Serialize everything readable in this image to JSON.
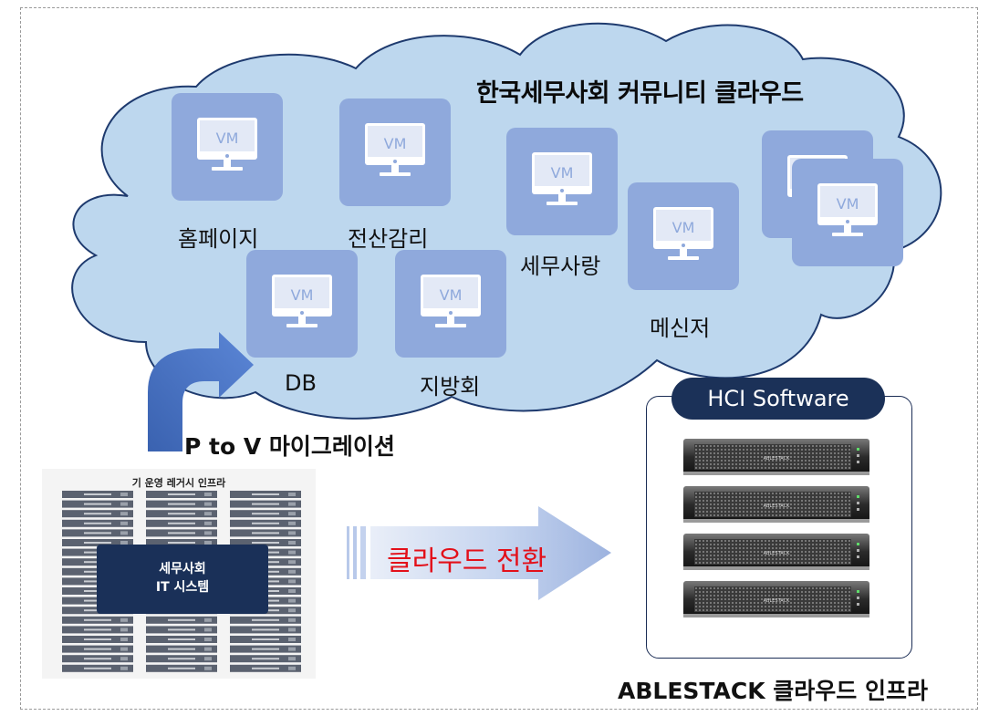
{
  "cloud": {
    "title": "한국세무사회 커뮤니티 클라우드",
    "vm_badge": "VM",
    "vms": [
      {
        "id": "vm-homepage",
        "label": "홈페이지"
      },
      {
        "id": "vm-audit",
        "label": "전산감리"
      },
      {
        "id": "vm-sewusarang",
        "label": "세무사랑"
      },
      {
        "id": "vm-messenger",
        "label": "메신저"
      },
      {
        "id": "vm-db",
        "label": "DB"
      },
      {
        "id": "vm-branch",
        "label": "지방회"
      }
    ]
  },
  "migration": {
    "label": "P to V 마이그레이션"
  },
  "legacy": {
    "title": "기 운영 레거시 인프라",
    "system_line1": "세무사회",
    "system_line2": "IT 시스템"
  },
  "transition": {
    "label": "클라우드 전환"
  },
  "hci": {
    "badge": "HCI Software",
    "server_brand": "ABLESTACK",
    "footer": "ABLESTACK 클라우드 인프라"
  },
  "colors": {
    "cloud_fill": "#bdd7ee",
    "cloud_stroke": "#1e3a6e",
    "vm_card": "#8fa9dc",
    "arrow_blue": "#4472c4",
    "navy": "#1b3158",
    "transition_red": "#e3101a"
  }
}
